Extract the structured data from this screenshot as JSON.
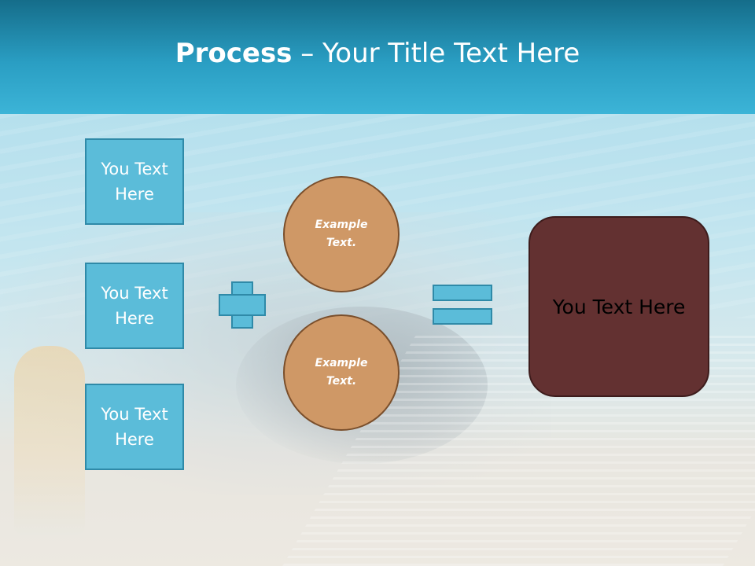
{
  "title": {
    "bold": "Process",
    "rest": " – Your Title Text Here"
  },
  "left_boxes": [
    {
      "label": "You Text Here"
    },
    {
      "label": "You Text Here"
    },
    {
      "label": "You Text Here"
    }
  ],
  "circles": [
    {
      "label": "Example Text."
    },
    {
      "label": "Example Text."
    }
  ],
  "result": {
    "label": "You Text Here"
  },
  "colors": {
    "header": "#2a9ec3",
    "box_fill": "#5bbcd9",
    "box_border": "#2f8aa8",
    "circle_fill": "#cf9866",
    "result_fill": "#633131"
  },
  "icons": {
    "operator_1": "plus-icon",
    "operator_2": "equals-icon"
  }
}
